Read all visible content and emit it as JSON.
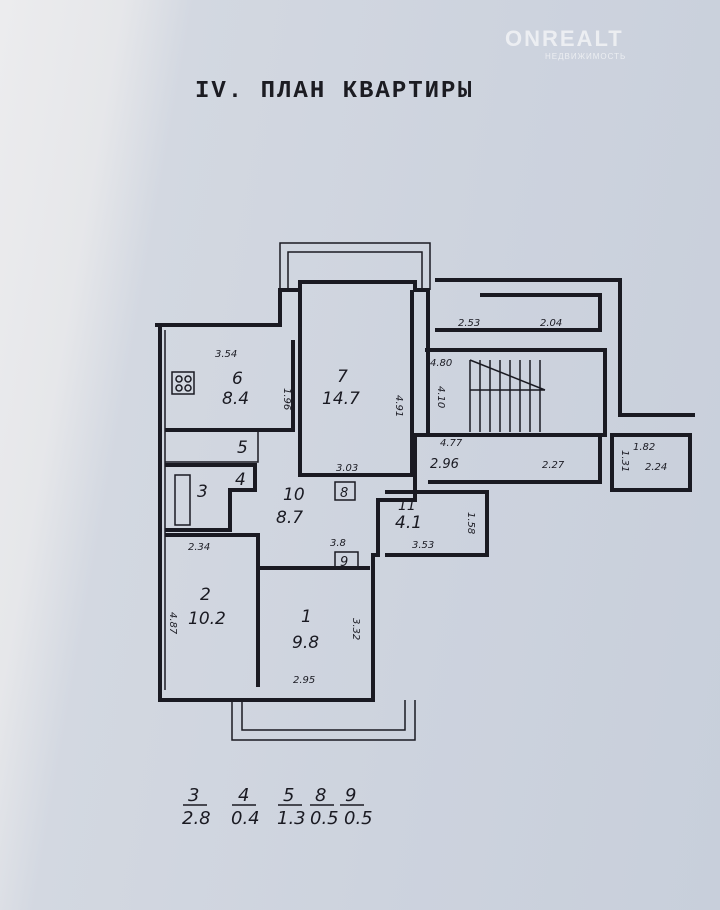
{
  "title": "IV. ПЛАН КВАРТИРЫ",
  "watermark": {
    "brand": "ONREALT",
    "sub": "НЕДВИЖИМОСТЬ"
  },
  "rooms": [
    {
      "num": "1",
      "area": "9.8",
      "dims": [
        "2.95",
        "3.32"
      ]
    },
    {
      "num": "2",
      "area": "10.2",
      "dims": [
        "2.34",
        "4.87"
      ]
    },
    {
      "num": "3"
    },
    {
      "num": "4"
    },
    {
      "num": "5"
    },
    {
      "num": "6",
      "area": "8.4",
      "dims": [
        "3.54",
        "1.96"
      ]
    },
    {
      "num": "7",
      "area": "14.7",
      "dims": [
        "3.03",
        "4.91"
      ]
    },
    {
      "num": "8"
    },
    {
      "num": "9",
      "dims": [
        "3.8"
      ]
    },
    {
      "num": "10",
      "area": "8.7"
    },
    {
      "num": "11",
      "area": "4.1",
      "dims": [
        "3.53",
        "1.58"
      ]
    }
  ],
  "common_dims": [
    "2.53",
    "2.04",
    "4.80",
    "4.10",
    "4.77",
    "2.96",
    "2.27",
    "1.82",
    "2.24",
    "1.31"
  ],
  "legend": [
    {
      "num": "3",
      "area": "2.8"
    },
    {
      "num": "4",
      "area": "0.4"
    },
    {
      "num": "5",
      "area": "1.3"
    },
    {
      "num": "8",
      "area": "0.5"
    },
    {
      "num": "9",
      "area": "0.5"
    }
  ]
}
